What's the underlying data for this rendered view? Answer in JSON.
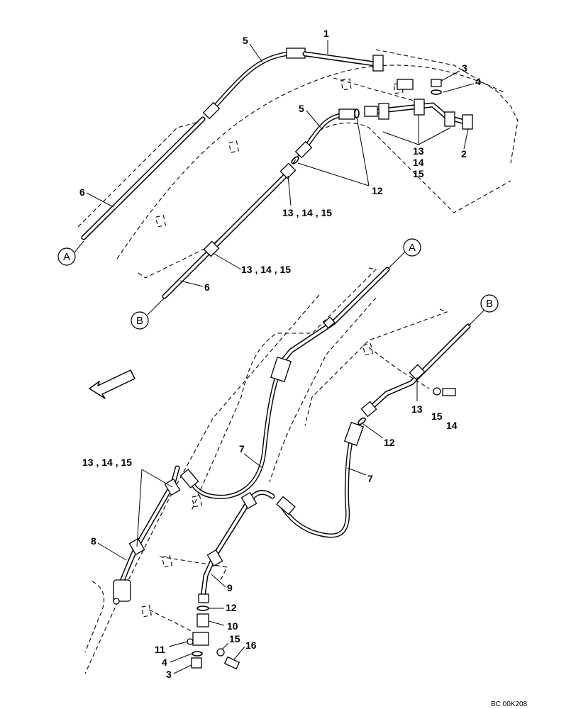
{
  "callouts": {
    "c1": "1",
    "c2": "2",
    "c3_top": "3",
    "c4_top": "4",
    "c5_upper": "5",
    "c5_lower": "5",
    "c6_left": "6",
    "c6_mid": "6",
    "c12_top": "12",
    "c13_top": "13",
    "c14_top": "14",
    "c15_top": "15",
    "c131415_a": "13 , 14 , 15",
    "c131415_b": "13 , 14 , 15",
    "c131415_c": "13 , 14 , 15",
    "c7_left": "7",
    "c7_right": "7",
    "c12_right": "12",
    "c13_right": "13",
    "c15_right": "15",
    "c14_right": "14",
    "c8": "8",
    "c9": "9",
    "c12_bottom": "12",
    "c10": "10",
    "c11": "11",
    "c15_bottom": "15",
    "c16": "16",
    "c4_bottom": "4",
    "c3_bottom": "3"
  },
  "connections": {
    "a1": "A",
    "b1": "B",
    "a2": "A",
    "b2": "B"
  },
  "drawing_code": "BC 00K208",
  "icons": {
    "direction": "direction-arrow-icon"
  }
}
